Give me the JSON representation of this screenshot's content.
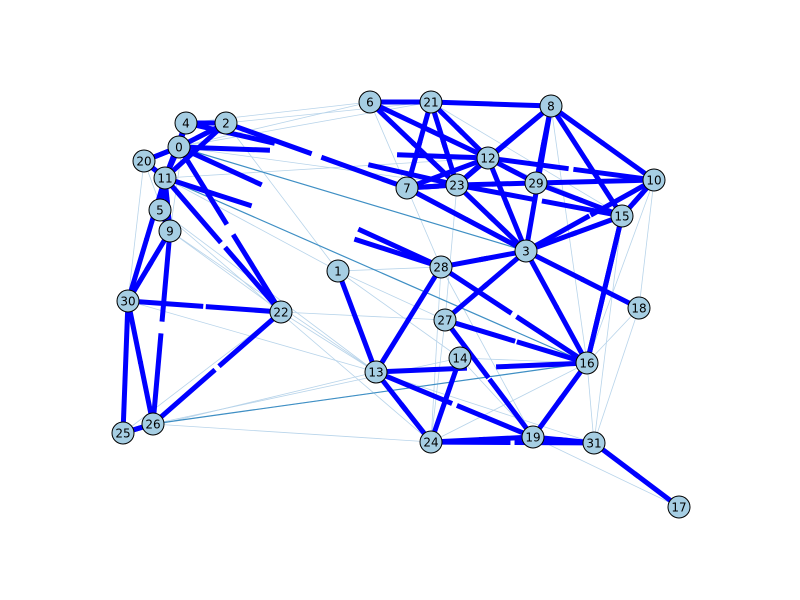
{
  "graph": {
    "node_fill": "#a6cee3",
    "node_stroke": "#000000",
    "thick_edge_color": "#0000ff",
    "thin_edge_color": "#b8d4ea",
    "mid_edge_color": "#3f8fc4",
    "nodes": [
      {
        "id": "0",
        "label": "0"
      },
      {
        "id": "1",
        "label": "1"
      },
      {
        "id": "2",
        "label": "2"
      },
      {
        "id": "3",
        "label": "3"
      },
      {
        "id": "4",
        "label": "4"
      },
      {
        "id": "5",
        "label": "5"
      },
      {
        "id": "6",
        "label": "6"
      },
      {
        "id": "7",
        "label": "7"
      },
      {
        "id": "8",
        "label": "8"
      },
      {
        "id": "9",
        "label": "9"
      },
      {
        "id": "10",
        "label": "10"
      },
      {
        "id": "11",
        "label": "11"
      },
      {
        "id": "12",
        "label": "12"
      },
      {
        "id": "13",
        "label": "13"
      },
      {
        "id": "14",
        "label": "14"
      },
      {
        "id": "15",
        "label": "15"
      },
      {
        "id": "16",
        "label": "16"
      },
      {
        "id": "17",
        "label": "17"
      },
      {
        "id": "18",
        "label": "18"
      },
      {
        "id": "19",
        "label": "19"
      },
      {
        "id": "20",
        "label": "20"
      },
      {
        "id": "21",
        "label": "21"
      },
      {
        "id": "22",
        "label": "22"
      },
      {
        "id": "23",
        "label": "23"
      },
      {
        "id": "24",
        "label": "24"
      },
      {
        "id": "25",
        "label": "25"
      },
      {
        "id": "26",
        "label": "26"
      },
      {
        "id": "27",
        "label": "27"
      },
      {
        "id": "28",
        "label": "28"
      },
      {
        "id": "29",
        "label": "29"
      },
      {
        "id": "30",
        "label": "30"
      },
      {
        "id": "31",
        "label": "31"
      }
    ],
    "thick_edges": [
      [
        "0",
        "11"
      ],
      [
        "0",
        "20"
      ],
      [
        "0",
        "4"
      ],
      [
        "0",
        "2"
      ],
      [
        "0",
        "12"
      ],
      [
        "0",
        "28"
      ],
      [
        "0",
        "22"
      ],
      [
        "4",
        "11"
      ],
      [
        "4",
        "2"
      ],
      [
        "4",
        "23"
      ],
      [
        "2",
        "11"
      ],
      [
        "2",
        "7"
      ],
      [
        "11",
        "20"
      ],
      [
        "11",
        "5"
      ],
      [
        "11",
        "9"
      ],
      [
        "11",
        "28"
      ],
      [
        "11",
        "22"
      ],
      [
        "11",
        "30"
      ],
      [
        "5",
        "9"
      ],
      [
        "9",
        "30"
      ],
      [
        "30",
        "22"
      ],
      [
        "30",
        "26"
      ],
      [
        "25",
        "26"
      ],
      [
        "30",
        "25"
      ],
      [
        "6",
        "21"
      ],
      [
        "6",
        "12"
      ],
      [
        "6",
        "23"
      ],
      [
        "21",
        "8"
      ],
      [
        "21",
        "12"
      ],
      [
        "21",
        "7"
      ],
      [
        "21",
        "23"
      ],
      [
        "8",
        "12"
      ],
      [
        "8",
        "10"
      ],
      [
        "8",
        "29"
      ],
      [
        "8",
        "15"
      ],
      [
        "8",
        "23"
      ],
      [
        "8",
        "3"
      ],
      [
        "12",
        "10"
      ],
      [
        "12",
        "3"
      ],
      [
        "12",
        "29"
      ],
      [
        "12",
        "7"
      ],
      [
        "12",
        "23"
      ],
      [
        "7",
        "3"
      ],
      [
        "7",
        "23"
      ],
      [
        "23",
        "3"
      ],
      [
        "23",
        "15"
      ],
      [
        "23",
        "29"
      ],
      [
        "29",
        "10"
      ],
      [
        "29",
        "15"
      ],
      [
        "10",
        "15"
      ],
      [
        "10",
        "3"
      ],
      [
        "15",
        "3"
      ],
      [
        "3",
        "28"
      ],
      [
        "3",
        "16"
      ],
      [
        "3",
        "18"
      ],
      [
        "28",
        "16"
      ],
      [
        "27",
        "16"
      ],
      [
        "27",
        "19"
      ],
      [
        "27",
        "3"
      ],
      [
        "16",
        "19"
      ],
      [
        "16",
        "13"
      ],
      [
        "16",
        "15"
      ],
      [
        "13",
        "24"
      ],
      [
        "13",
        "19"
      ],
      [
        "13",
        "28"
      ],
      [
        "14",
        "24"
      ],
      [
        "24",
        "19"
      ],
      [
        "24",
        "31"
      ],
      [
        "31",
        "17"
      ],
      [
        "19",
        "31"
      ],
      [
        "26",
        "22"
      ],
      [
        "26",
        "9"
      ],
      [
        "15",
        "16"
      ],
      [
        "1",
        "13"
      ]
    ],
    "thin_edges": [
      [
        "0",
        "6"
      ],
      [
        "0",
        "21"
      ],
      [
        "4",
        "6"
      ],
      [
        "2",
        "21"
      ],
      [
        "20",
        "9"
      ],
      [
        "11",
        "1"
      ],
      [
        "1",
        "28"
      ],
      [
        "1",
        "27"
      ],
      [
        "22",
        "13"
      ],
      [
        "5",
        "24"
      ],
      [
        "9",
        "13"
      ],
      [
        "30",
        "13"
      ],
      [
        "26",
        "16"
      ],
      [
        "26",
        "14"
      ],
      [
        "25",
        "13"
      ],
      [
        "25",
        "22"
      ],
      [
        "6",
        "7"
      ],
      [
        "6",
        "3"
      ],
      [
        "21",
        "15"
      ],
      [
        "8",
        "16"
      ],
      [
        "10",
        "18"
      ],
      [
        "15",
        "31"
      ],
      [
        "18",
        "16"
      ],
      [
        "18",
        "31"
      ],
      [
        "16",
        "31"
      ],
      [
        "14",
        "16"
      ],
      [
        "14",
        "19"
      ],
      [
        "27",
        "24"
      ],
      [
        "28",
        "24"
      ],
      [
        "23",
        "27"
      ],
      [
        "7",
        "28"
      ],
      [
        "29",
        "3"
      ],
      [
        "10",
        "16"
      ],
      [
        "12",
        "15"
      ],
      [
        "24",
        "16"
      ],
      [
        "13",
        "31"
      ],
      [
        "19",
        "17"
      ],
      [
        "20",
        "30"
      ],
      [
        "4",
        "9"
      ],
      [
        "2",
        "1"
      ],
      [
        "0",
        "23"
      ],
      [
        "11",
        "12"
      ],
      [
        "22",
        "27"
      ],
      [
        "26",
        "24"
      ],
      [
        "25",
        "30"
      ],
      [
        "5",
        "13"
      ],
      [
        "9",
        "22"
      ],
      [
        "1",
        "14"
      ],
      [
        "28",
        "19"
      ]
    ],
    "mid_edges": [
      [
        "11",
        "16"
      ],
      [
        "26",
        "16"
      ],
      [
        "15",
        "16"
      ],
      [
        "3",
        "16"
      ],
      [
        "0",
        "3"
      ]
    ],
    "layout_note": ""
  }
}
